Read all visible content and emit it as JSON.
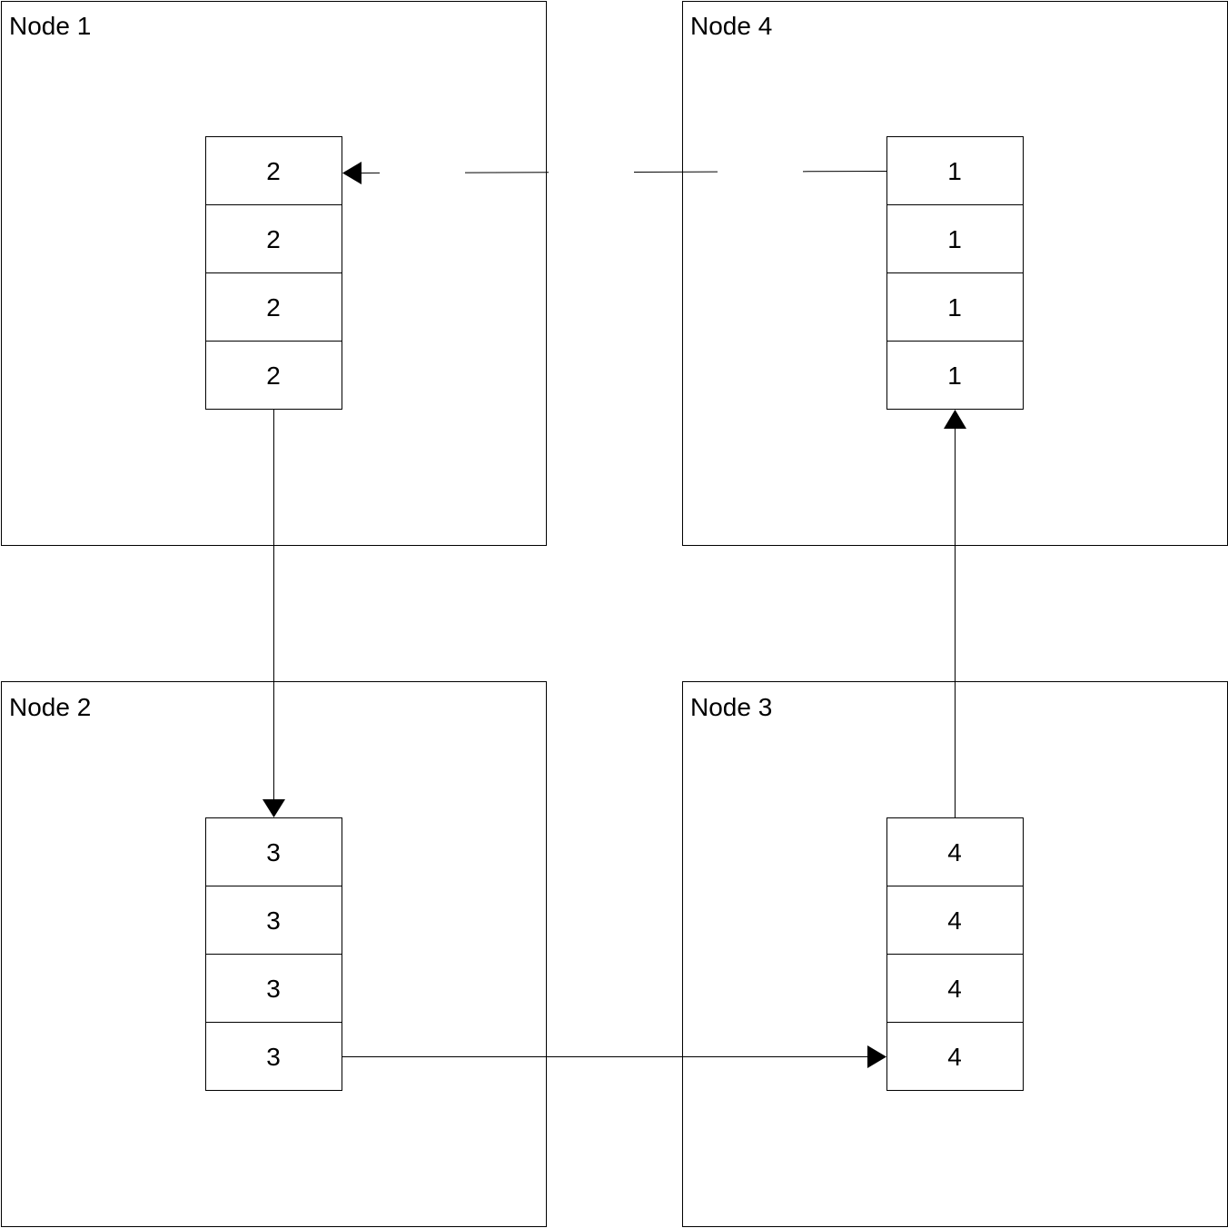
{
  "nodes": [
    {
      "id": "node-1",
      "label": "Node 1",
      "cells": [
        "2",
        "2",
        "2",
        "2"
      ]
    },
    {
      "id": "node-4",
      "label": "Node 4",
      "cells": [
        "1",
        "1",
        "1",
        "1"
      ]
    },
    {
      "id": "node-2",
      "label": "Node 2",
      "cells": [
        "3",
        "3",
        "3",
        "3"
      ]
    },
    {
      "id": "node-3",
      "label": "Node 3",
      "cells": [
        "4",
        "4",
        "4",
        "4"
      ]
    }
  ],
  "edges": [
    {
      "id": "node-1-to-node-2",
      "from": "node-1",
      "to": "node-2",
      "style": "solid"
    },
    {
      "id": "node-2-to-node-3",
      "from": "node-2",
      "to": "node-3",
      "style": "solid"
    },
    {
      "id": "node-3-to-node-4",
      "from": "node-3",
      "to": "node-4",
      "style": "solid"
    },
    {
      "id": "node-4-to-node-1",
      "from": "node-4",
      "to": "node-1",
      "style": "dashed"
    }
  ],
  "colors": {
    "stroke": "#000000",
    "background": "#ffffff"
  }
}
